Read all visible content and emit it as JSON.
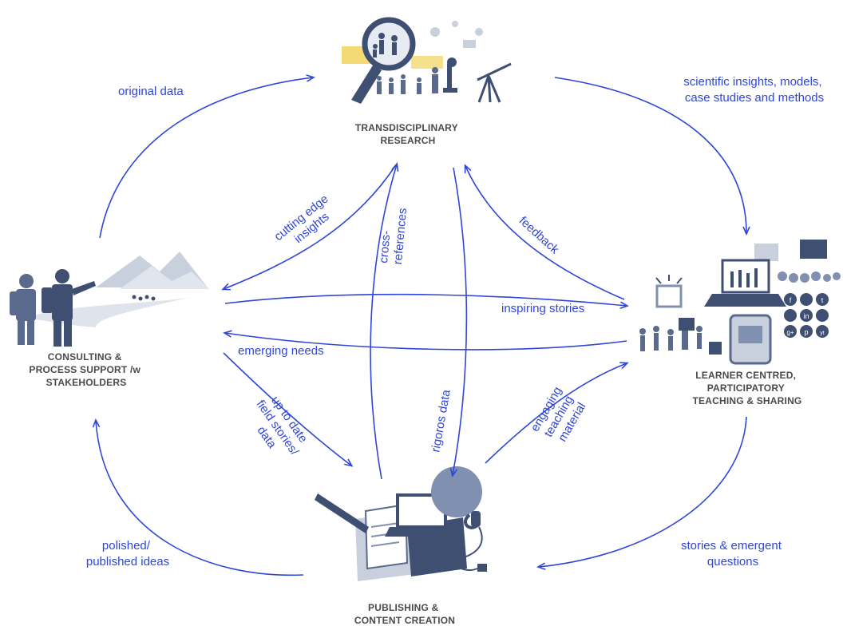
{
  "nodes": {
    "research": {
      "lines": [
        "TRANSDISCIPLINARY",
        "RESEARCH"
      ]
    },
    "consulting": {
      "lines": [
        "CONSULTING &",
        "PROCESS SUPPORT /w",
        "STAKEHOLDERS"
      ]
    },
    "learning": {
      "lines": [
        "LEARNER CENTRED,",
        "PARTICIPATORY",
        "TEACHING & SHARING"
      ]
    },
    "publishing": {
      "lines": [
        "PUBLISHING &",
        "CONTENT CREATION"
      ]
    }
  },
  "flows": {
    "original_data": [
      "original data"
    ],
    "scientific_insights": [
      "scientific insights, models,",
      "case studies and methods"
    ],
    "cutting_edge": [
      "cutting edge",
      "insights"
    ],
    "cross_references": [
      "cross-",
      "references"
    ],
    "feedback": [
      "feedback"
    ],
    "inspiring_stories": [
      "inspiring stories"
    ],
    "emerging_needs": [
      "emerging needs"
    ],
    "up_to_date": [
      "up to date",
      "field stories/",
      "data"
    ],
    "rigoros_data": [
      "rigoros data"
    ],
    "engaging": [
      "engaging",
      "teaching",
      "material"
    ],
    "polished": [
      "polished/",
      "published ideas"
    ],
    "stories_emergent": [
      "stories & emergent",
      "questions"
    ]
  },
  "colors": {
    "arrow": "#2f46d6",
    "node_text": "#4a4a4a",
    "illustration_dark": "#3f4f72",
    "illustration_mid": "#8090b0",
    "illustration_light": "#c9d0dd",
    "accent_yellow": "#f2d35a"
  },
  "social_icons": [
    "f",
    "in",
    "t",
    "g+",
    "p",
    "yt"
  ]
}
